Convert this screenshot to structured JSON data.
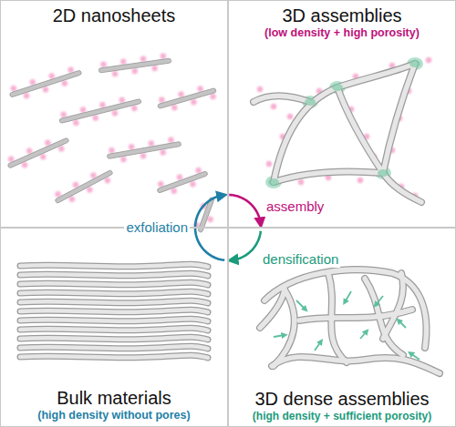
{
  "diagram": {
    "nodes": [
      {
        "text": [
          "2D nanosheets"
        ]
      },
      {
        "text": [
          "3D assemblies",
          "(low density + high porosity)"
        ]
      },
      {
        "text": [
          "Bulk materials",
          "(high density without pores)"
        ]
      },
      {
        "text": [
          "3D dense assemblies",
          "(high density + sufficient porosity)"
        ]
      }
    ],
    "edges": [
      {
        "from": 0,
        "to": 1,
        "label": "assembly",
        "arrow": "to"
      },
      {
        "from": 1,
        "to": 3,
        "label": "densification",
        "arrow": "to"
      },
      {
        "from": 2,
        "to": 0,
        "label": "exfoliation",
        "arrow": "to"
      }
    ]
  }
}
